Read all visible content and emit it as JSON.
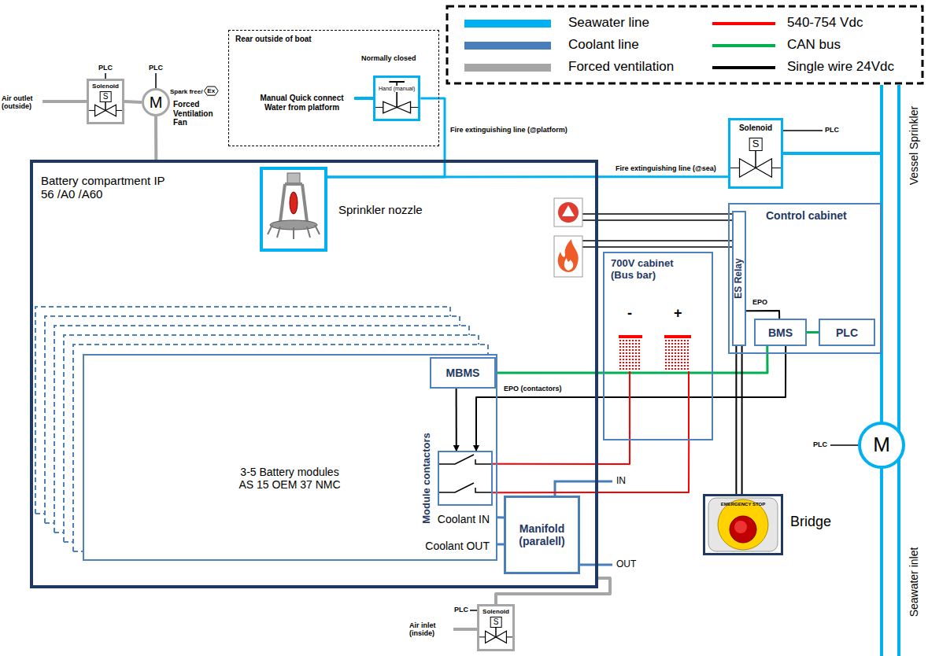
{
  "diagram": {
    "nodes": [
      {
        "text": [
          "Solenoid",
          "S"
        ]
      },
      {
        "text": [
          "M"
        ]
      },
      {
        "text": [
          "Rear outside of boat",
          "Normally closed",
          "Manual Quick connect Water from platform"
        ]
      },
      {
        "text": [
          "Hand (manual)"
        ],
        "in": 2
      },
      {
        "text": [
          "Solenoid",
          "S"
        ]
      },
      {
        "text": [
          "Battery compartment IP 56 /A0 /A60"
        ]
      },
      {
        "text": [
          "Sprinkler nozzle"
        ],
        "in": 5
      },
      {
        "text": [
          "Control cabinet"
        ]
      },
      {
        "text": [
          "ES Relay"
        ],
        "in": 7
      },
      {
        "text": [
          "700V cabinet (Bus bar)",
          "-",
          "+"
        ]
      },
      {
        "text": [
          "BMS"
        ],
        "in": 7
      },
      {
        "text": [
          "PLC"
        ],
        "in": 7
      },
      {
        "text": [
          "3-5 Battery modules AS 15 OEM 37 NMC",
          "Coolant IN",
          "Coolant OUT"
        ],
        "in": 5
      },
      {
        "text": [
          "MBMS"
        ],
        "in": 12
      },
      {
        "text": [
          "Module contactors"
        ],
        "in": 12
      },
      {
        "text": [
          "Manifold (paralell)"
        ],
        "in": 5
      },
      {
        "text": [
          "M"
        ]
      },
      {
        "text": [
          "Bridge",
          "EMERGENCY STOP"
        ]
      },
      {
        "text": [
          "Solenoid",
          "S"
        ]
      }
    ],
    "edges": [
      {
        "from": 0,
        "to": 1,
        "arrow": "none"
      },
      {
        "from": 1,
        "to": 5,
        "arrow": "none"
      },
      {
        "from": 3,
        "to": 6,
        "arrow": "none",
        "label": "Fire extinguishing line (@platform)"
      },
      {
        "from": 4,
        "to": 6,
        "arrow": "none",
        "label": "Fire extinguishing line (@sea)"
      },
      {
        "from": 13,
        "to": 14,
        "arrow": "to"
      },
      {
        "from": 13,
        "to": 10,
        "arrow": "none"
      },
      {
        "from": 10,
        "to": 11,
        "arrow": "none"
      },
      {
        "from": 8,
        "to": 10,
        "arrow": "none",
        "label": "EPO"
      },
      {
        "from": 10,
        "to": 14,
        "arrow": "to",
        "label": "EPO (contactors)"
      },
      {
        "from": 17,
        "to": 8,
        "arrow": "none"
      },
      {
        "from": 17,
        "to": 8,
        "arrow": "none"
      },
      {
        "from": 14,
        "to": 9,
        "arrow": "none"
      },
      {
        "from": 14,
        "to": 9,
        "arrow": "none"
      },
      {
        "from": 12,
        "to": 15,
        "arrow": "none"
      },
      {
        "from": 12,
        "to": 15,
        "arrow": "none"
      },
      {
        "from": 18,
        "to": 5,
        "arrow": "none"
      }
    ],
    "labels": [
      "PLC",
      "PLC",
      "Air outlet (outside)",
      "Spark free/",
      "Ex",
      "Forced Ventilation Fan",
      "PLC",
      "Vessel Sprinkler",
      "PLC",
      "Seawater inlet",
      "IN",
      "OUT",
      "PLC",
      "Air inlet (inside)"
    ],
    "legend": [
      {
        "text": "Seawater line",
        "color": "#00b0f0"
      },
      {
        "text": "Coolant line",
        "color": "#4a7ebb"
      },
      {
        "text": "Forced ventilation",
        "color": "#a6a6a6"
      },
      {
        "text": "540-754 Vdc",
        "color": "#ff0000"
      },
      {
        "text": "CAN bus",
        "color": "#00b050"
      },
      {
        "text": "Single wire 24Vdc",
        "color": "#000000"
      }
    ]
  }
}
